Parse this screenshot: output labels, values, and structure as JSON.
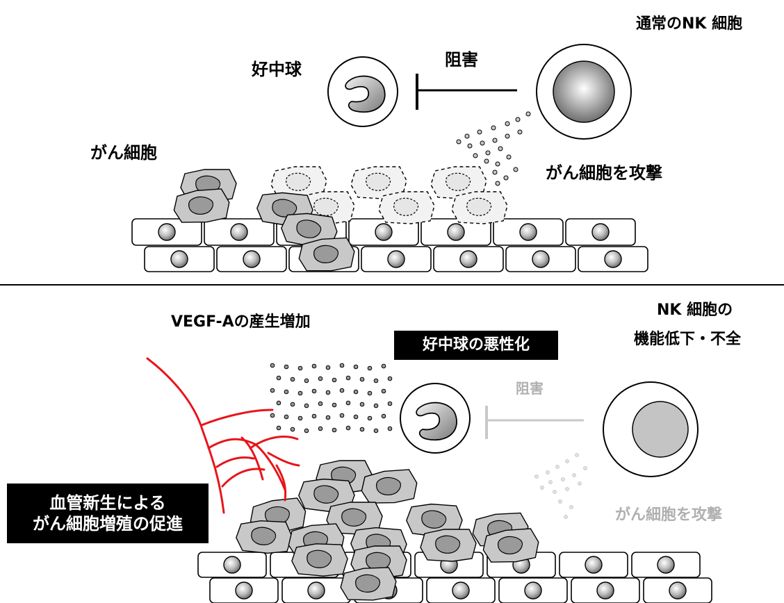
{
  "top": {
    "nk_label": "通常のNK 細胞",
    "neutrophil_label": "好中球",
    "inhibit_label": "阻害",
    "cancer_label": "がん細胞",
    "attack_label": "がん細胞を攻撃"
  },
  "bottom": {
    "vegf_label": "VEGF-Aの産生増加",
    "neutrophil_box": "好中球の悪性化",
    "nk_label_line1": "NK 細胞の",
    "nk_label_line2": "機能低下・不全",
    "inhibit_label": "阻害",
    "attack_label": "がん細胞を攻撃",
    "angio_line1": "血管新生による",
    "angio_line2": "がん細胞増殖の促進"
  },
  "colors": {
    "vessel": "#e8141a",
    "black": "#000000",
    "faded": "#b8b8b8"
  }
}
